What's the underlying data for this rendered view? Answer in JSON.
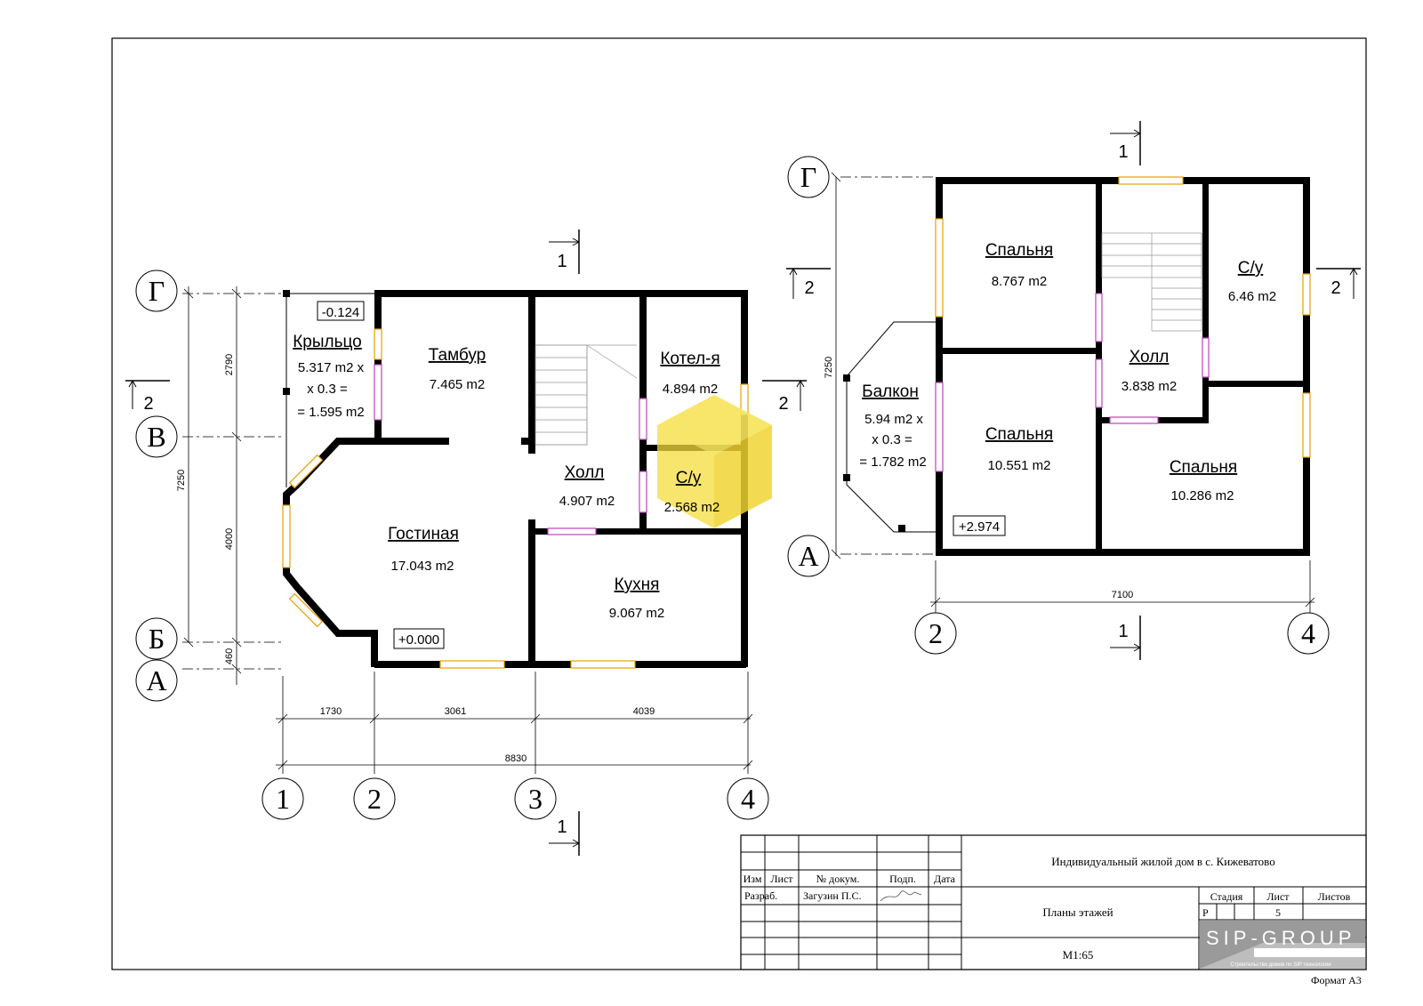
{
  "plan1": {
    "rooms": {
      "krylco": {
        "name": "Крыльцо",
        "line1": "5.317 m2 x",
        "line2": "x 0.3 =",
        "line3": "= 1.595 m2"
      },
      "tambur": {
        "name": "Тамбур",
        "area": "7.465 m2"
      },
      "kotel": {
        "name": "Котел-я",
        "area": "4.894 m2"
      },
      "holl": {
        "name": "Холл",
        "area": "4.907 m2"
      },
      "su": {
        "name": "С/у",
        "area": "2.568 m2"
      },
      "gostinaya": {
        "name": "Гостиная",
        "area": "17.043 m2"
      },
      "kuhnya": {
        "name": "Кухня",
        "area": "9.067 m2"
      }
    },
    "levels": {
      "top": "-0.124",
      "main": "+0.000"
    },
    "dims": {
      "d1730": "1730",
      "d3061": "3061",
      "d4039": "4039",
      "d8830": "8830",
      "d2790": "2790",
      "d4000": "4000",
      "d460": "460",
      "d7250": "7250"
    },
    "axes": {
      "a1": "1",
      "a2": "2",
      "a3": "3",
      "a4": "4",
      "ag": "Г",
      "av": "В",
      "ab": "Б",
      "aa": "А"
    },
    "sections": {
      "s1top": "1",
      "s1bot": "1",
      "s2left": "2",
      "s2right": "2"
    }
  },
  "plan2": {
    "rooms": {
      "spalnya1": {
        "name": "Спальня",
        "area": "8.767 m2"
      },
      "su": {
        "name": "С/у",
        "area": "6.46 m2"
      },
      "holl": {
        "name": "Холл",
        "area": "3.838 m2"
      },
      "balkon": {
        "name": "Балкон",
        "line1": "5.94 m2 x",
        "line2": "x 0.3 =",
        "line3": "= 1.782 m2"
      },
      "spalnya2": {
        "name": "Спальня",
        "area": "10.551 m2"
      },
      "spalnya3": {
        "name": "Спальня",
        "area": "10.286 m2"
      }
    },
    "levels": {
      "floor": "+2.974"
    },
    "dims": {
      "d7100": "7100",
      "d7250": "7250"
    },
    "axes": {
      "ag": "Г",
      "aa": "А",
      "a2": "2",
      "a4": "4"
    },
    "sections": {
      "s1top": "1",
      "s1bot": "1",
      "s2left": "2",
      "s2right": "2"
    }
  },
  "titleblock": {
    "project": "Индивидуальный жилой дом в с. Кижеватово",
    "sheet_title": "Планы этажей",
    "scale": "М1:65",
    "col_izm": "Изм",
    "col_list": "Лист",
    "col_doc": "№ докум.",
    "col_podp": "Подп.",
    "col_data": "Дата",
    "row_razrab": "Разраб.",
    "author": "Загузин П.С.",
    "stadiya_label": "Стадия",
    "list_label": "Лист",
    "listov_label": "Листов",
    "stadiya": "Р",
    "list": "5",
    "logo": "SIP-GROUP",
    "logo_tagline": "Строительство домов по SIP технологии",
    "format": "Формат А3"
  }
}
